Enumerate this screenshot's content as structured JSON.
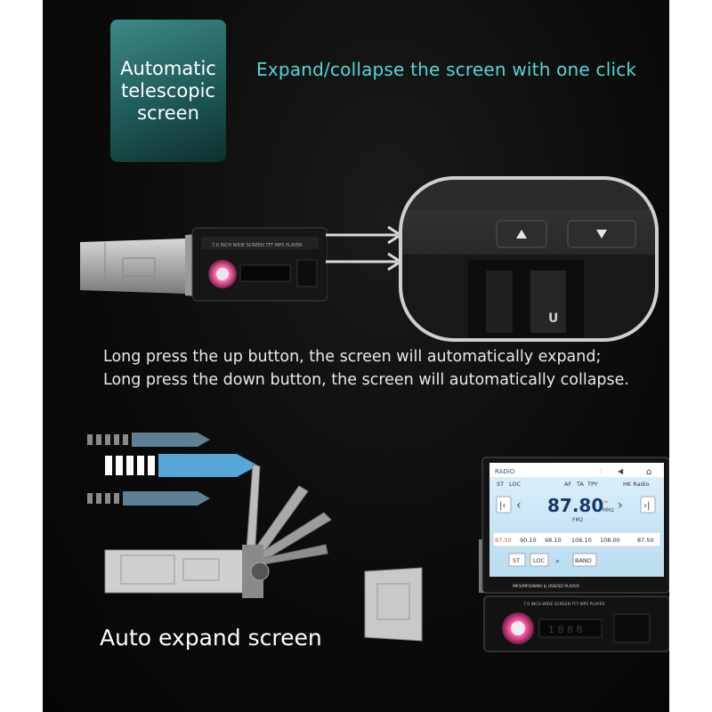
{
  "badge": {
    "lines": [
      "Automatic",
      "telescopic",
      "screen"
    ]
  },
  "headline": "Expand/collapse the screen with one click",
  "instructions": [
    "Long press the up button, the screen will automatically expand;",
    "Long press the down button, the screen will automatically collapse."
  ],
  "auto_label": "Auto expand screen",
  "closeup": {
    "buttons": [
      "up-arrow",
      "down-arrow"
    ],
    "letter": "U"
  },
  "device_screen": {
    "header": "RADIO",
    "status_left": [
      "ST",
      "LOC"
    ],
    "status_mid": [
      "AF",
      "TA",
      "TPY"
    ],
    "station_name": "HK Radio",
    "frequency": "87.80",
    "unit": "MHz",
    "band": "FM2",
    "presets": [
      "87.50",
      "90.10",
      "98.10",
      "106.10",
      "108.00",
      "87.50"
    ],
    "controls": [
      "ST",
      "LOC",
      "BAND"
    ],
    "panel_label": "MP3/MP3/WMA & USB/SD PLAYER",
    "faceplate_label": "7.0 INCH WIDE SCREEN TFT MP5 PLAYER",
    "display_digits": "1 8 8 8"
  },
  "colors": {
    "accent": "#4fd9d6",
    "badge": "#2a6e6b",
    "preset_active": "#e8502b",
    "knob_glow": "#ff5aa8"
  }
}
